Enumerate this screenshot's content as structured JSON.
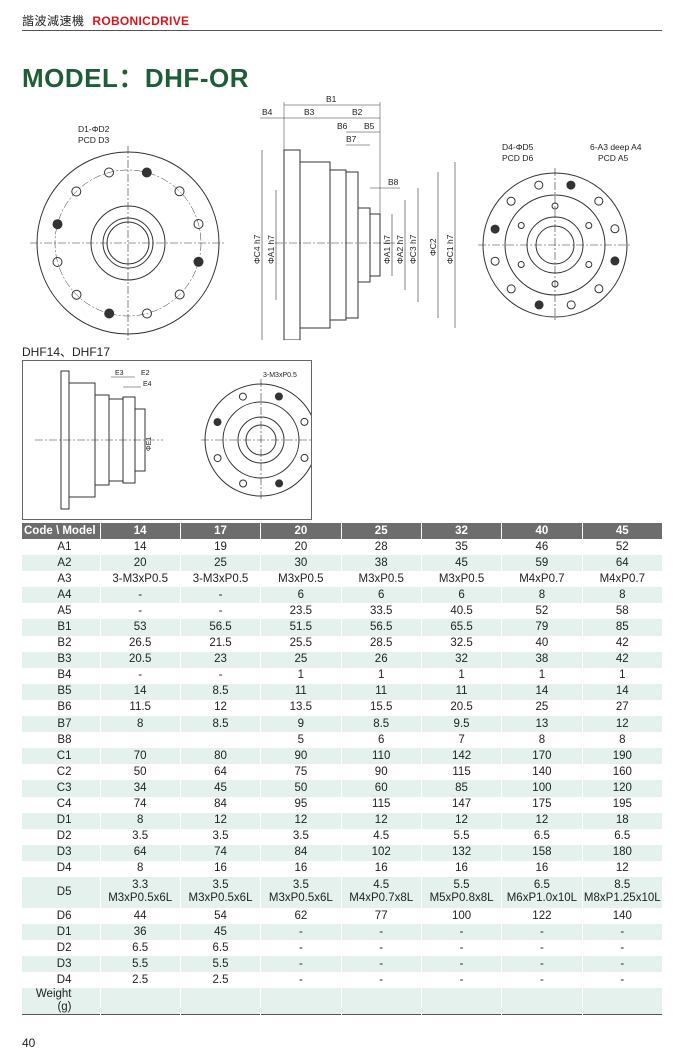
{
  "header": {
    "chinese": "諧波減速機",
    "brand": "ROBONICDRIVE"
  },
  "title": "MODEL：DHF-OR",
  "drawing": {
    "front_labels": [
      "D1-ΦD2",
      "PCD D3"
    ],
    "side_labels": [
      "B1",
      "B2",
      "B3",
      "B4",
      "B5",
      "B6",
      "B7",
      "B8",
      "ΦC4 h7",
      "ΦA1 h7",
      "ΦA1 h7",
      "ΦA2 h7",
      "ΦC3 h7",
      "ΦC2",
      "ΦC1 h7"
    ],
    "rear_labels": [
      "D4-ΦD5",
      "PCD D6",
      "6-A3 deep A4",
      "PCD A5"
    ],
    "inset_labels": [
      "E3",
      "E2",
      "E4",
      "ΦE1",
      "3-M3xP0.5"
    ]
  },
  "sub_title": "DHF14、DHF17",
  "table": {
    "header": [
      "Code \\ Model",
      "14",
      "17",
      "20",
      "25",
      "32",
      "40",
      "45"
    ],
    "rows": [
      {
        "code": "A1",
        "v": [
          "14",
          "19",
          "20",
          "28",
          "35",
          "46",
          "52"
        ]
      },
      {
        "code": "A2",
        "v": [
          "20",
          "25",
          "30",
          "38",
          "45",
          "59",
          "64"
        ]
      },
      {
        "code": "A3",
        "v": [
          "3-M3xP0.5",
          "3-M3xP0.5",
          "M3xP0.5",
          "M3xP0.5",
          "M3xP0.5",
          "M4xP0.7",
          "M4xP0.7"
        ]
      },
      {
        "code": "A4",
        "v": [
          "-",
          "-",
          "6",
          "6",
          "6",
          "8",
          "8"
        ]
      },
      {
        "code": "A5",
        "v": [
          "-",
          "-",
          "23.5",
          "33.5",
          "40.5",
          "52",
          "58"
        ]
      },
      {
        "code": "B1",
        "v": [
          "53",
          "56.5",
          "51.5",
          "56.5",
          "65.5",
          "79",
          "85"
        ]
      },
      {
        "code": "B2",
        "v": [
          "26.5",
          "21.5",
          "25.5",
          "28.5",
          "32.5",
          "40",
          "42"
        ]
      },
      {
        "code": "B3",
        "v": [
          "20.5",
          "23",
          "25",
          "26",
          "32",
          "38",
          "42"
        ]
      },
      {
        "code": "B4",
        "v": [
          "-",
          "-",
          "1",
          "1",
          "1",
          "1",
          "1"
        ]
      },
      {
        "code": "B5",
        "v": [
          "14",
          "8.5",
          "11",
          "11",
          "11",
          "14",
          "14"
        ]
      },
      {
        "code": "B6",
        "v": [
          "11.5",
          "12",
          "13.5",
          "15.5",
          "20.5",
          "25",
          "27"
        ]
      },
      {
        "code": "B7",
        "v": [
          "8",
          "8.5",
          "9",
          "8.5",
          "9.5",
          "13",
          "12"
        ]
      },
      {
        "code": "B8",
        "v": [
          "",
          "",
          "5",
          "6",
          "7",
          "8",
          "8"
        ]
      },
      {
        "code": "C1",
        "v": [
          "70",
          "80",
          "90",
          "110",
          "142",
          "170",
          "190"
        ]
      },
      {
        "code": "C2",
        "v": [
          "50",
          "64",
          "75",
          "90",
          "115",
          "140",
          "160"
        ]
      },
      {
        "code": "C3",
        "v": [
          "34",
          "45",
          "50",
          "60",
          "85",
          "100",
          "120"
        ]
      },
      {
        "code": "C4",
        "v": [
          "74",
          "84",
          "95",
          "115",
          "147",
          "175",
          "195"
        ]
      },
      {
        "code": "D1",
        "v": [
          "8",
          "12",
          "12",
          "12",
          "12",
          "12",
          "18"
        ]
      },
      {
        "code": "D2",
        "v": [
          "3.5",
          "3.5",
          "3.5",
          "4.5",
          "5.5",
          "6.5",
          "6.5"
        ]
      },
      {
        "code": "D3",
        "v": [
          "64",
          "74",
          "84",
          "102",
          "132",
          "158",
          "180"
        ]
      },
      {
        "code": "D4",
        "v": [
          "8",
          "16",
          "16",
          "16",
          "16",
          "16",
          "12"
        ]
      },
      {
        "code": "D5",
        "v": [
          "3.3\nM3xP0.5x6L",
          "3.5\nM3xP0.5x6L",
          "3.5\nM3xP0.5x6L",
          "4.5\nM4xP0.7x8L",
          "5.5\nM5xP0.8x8L",
          "6.5\nM6xP1.0x10L",
          "8.5\nM8xP1.25x10L"
        ]
      },
      {
        "code": "D6",
        "v": [
          "44",
          "54",
          "62",
          "77",
          "100",
          "122",
          "140"
        ]
      },
      {
        "code": "D1",
        "v": [
          "36",
          "45",
          "-",
          "-",
          "-",
          "-",
          "-"
        ]
      },
      {
        "code": "D2",
        "v": [
          "6.5",
          "6.5",
          "-",
          "-",
          "-",
          "-",
          "-"
        ]
      },
      {
        "code": "D3",
        "v": [
          "5.5",
          "5.5",
          "-",
          "-",
          "-",
          "-",
          "-"
        ]
      },
      {
        "code": "D4",
        "v": [
          "2.5",
          "2.5",
          "-",
          "-",
          "-",
          "-",
          "-"
        ]
      },
      {
        "code": "Weight (g)",
        "v": [
          "",
          "",
          "",
          "",
          "",
          "",
          ""
        ]
      }
    ]
  },
  "page_number": "40"
}
